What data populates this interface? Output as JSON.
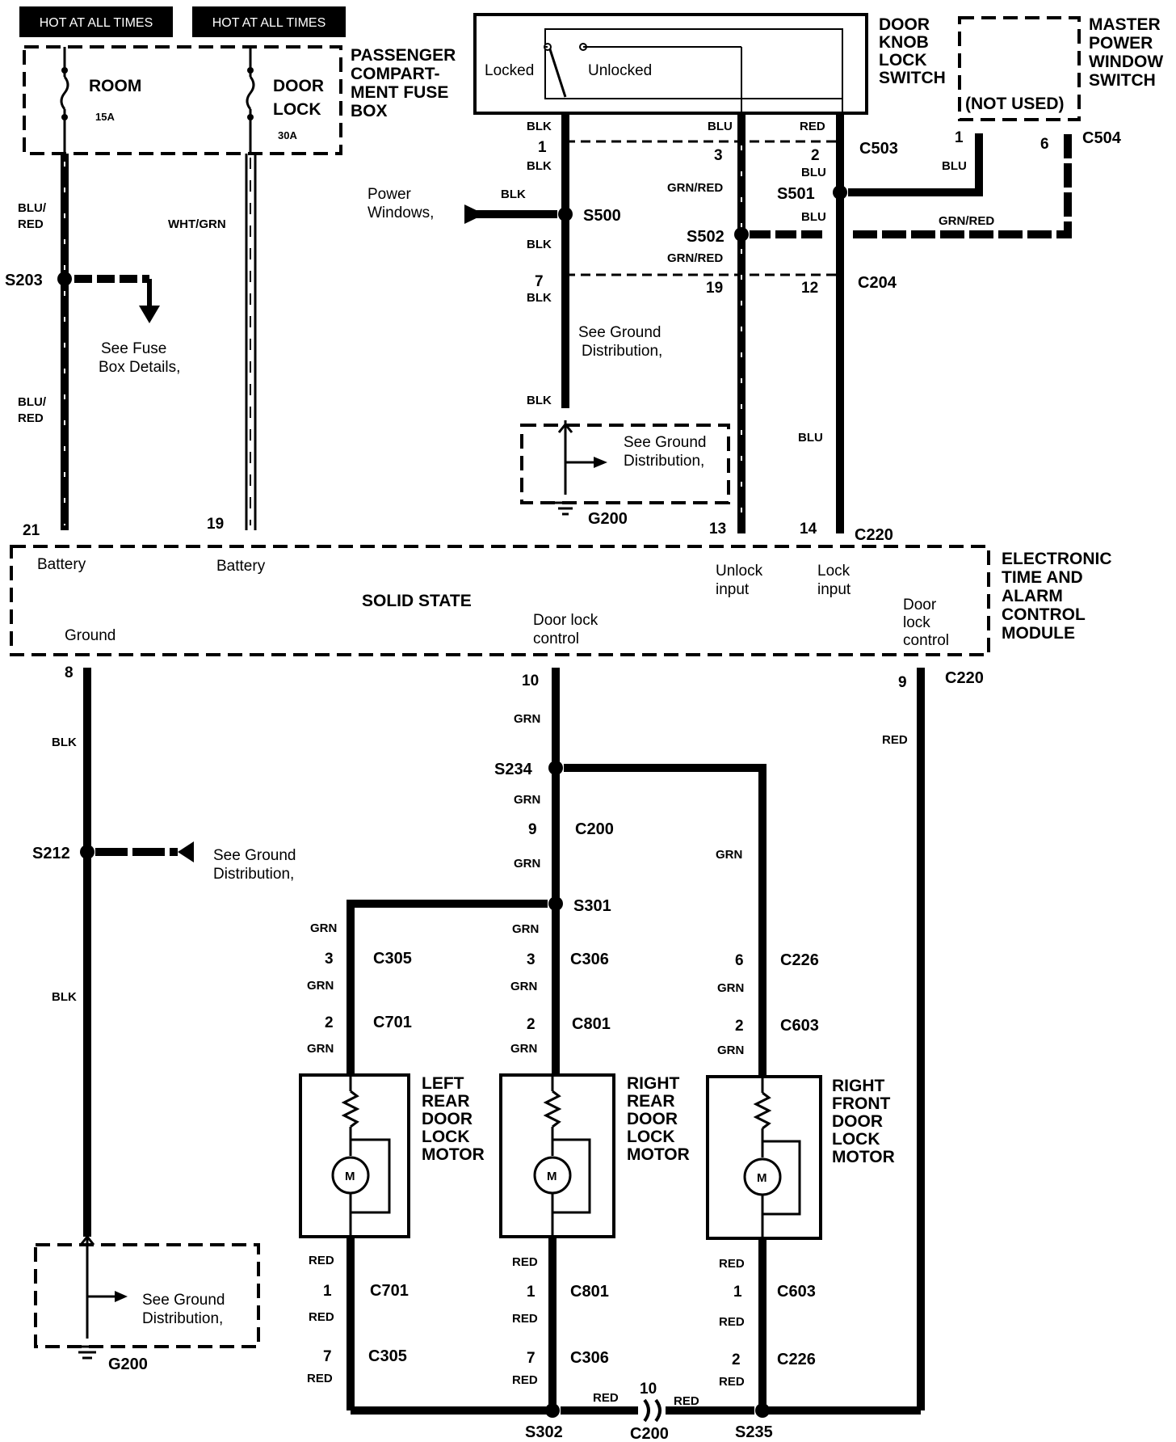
{
  "header": {
    "hot_left": "HOT AT ALL TIMES",
    "hot_right": "HOT AT ALL TIMES"
  },
  "fuse_box": {
    "title_lines": [
      "PASSENGER",
      "COMPART-",
      "MENT FUSE",
      "BOX"
    ],
    "room": "ROOM",
    "room_amp": "15A",
    "door": "DOOR",
    "lock": "LOCK",
    "door_amp": "30A"
  },
  "door_knob_switch": {
    "title_lines": [
      "DOOR",
      "KNOB",
      "LOCK",
      "SWITCH"
    ],
    "locked": "Locked",
    "unlocked": "Unlocked"
  },
  "master_switch": {
    "title_lines": [
      "MASTER",
      "POWER",
      "WINDOW",
      "SWITCH"
    ],
    "not_used": "(NOT USED)"
  },
  "module": {
    "title_lines": [
      "ELECTRONIC",
      "TIME AND",
      "ALARM",
      "CONTROL",
      "MODULE"
    ],
    "solid_state": "SOLID STATE",
    "battery1": "Battery",
    "battery2": "Battery",
    "ground": "Ground",
    "door_lock_control": [
      "Door lock",
      "control"
    ],
    "unlock_input": [
      "Unlock",
      "input"
    ],
    "lock_input": [
      "Lock",
      "input"
    ],
    "door_lock_control2": [
      "Door",
      "lock",
      "control"
    ]
  },
  "wires": {
    "blu_red": [
      "BLU/",
      "RED"
    ],
    "wht_grn": "WHT/GRN",
    "blk": "BLK",
    "blu": "BLU",
    "red": "RED",
    "grn": "GRN",
    "grn_red": "GRN/RED"
  },
  "splices": {
    "s203": "S203",
    "s500": "S500",
    "s501": "S501",
    "s502": "S502",
    "s212": "S212",
    "s234": "S234",
    "s301": "S301",
    "s302": "S302",
    "s235": "S235"
  },
  "connectors": {
    "c503": "C503",
    "c504": "C504",
    "c204": "C204",
    "c220": "C220",
    "c200": "C200",
    "c305": "C305",
    "c306": "C306",
    "c226": "C226",
    "c701": "C701",
    "c801": "C801",
    "c603": "C603"
  },
  "grounds": {
    "g200": "G200"
  },
  "notes": {
    "power_windows": [
      "Power",
      "Windows,"
    ],
    "see_fuse": [
      "See Fuse",
      "Box Details,"
    ],
    "see_ground": [
      "See Ground",
      "Distribution,"
    ]
  },
  "motors": {
    "left_rear": [
      "LEFT",
      "REAR",
      "DOOR",
      "LOCK",
      "MOTOR"
    ],
    "right_rear": [
      "RIGHT",
      "REAR",
      "DOOR",
      "LOCK",
      "MOTOR"
    ],
    "right_front": [
      "RIGHT",
      "FRONT",
      "DOOR",
      "LOCK",
      "MOTOR"
    ],
    "symbol": "M"
  },
  "pins": {
    "p1": "1",
    "p2": "2",
    "p3": "3",
    "p6": "6",
    "p7": "7",
    "p8": "8",
    "p9": "9",
    "p10": "10",
    "p12": "12",
    "p13": "13",
    "p14": "14",
    "p19": "19",
    "p21": "21"
  }
}
